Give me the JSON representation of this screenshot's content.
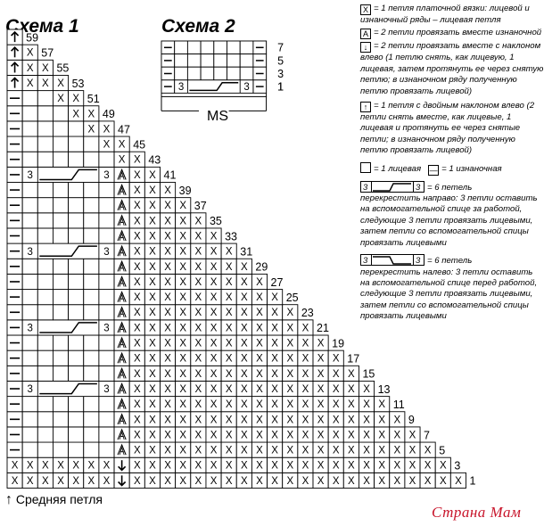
{
  "titles": {
    "scheme1": "Схема 1",
    "scheme2": "Схема 2"
  },
  "scheme1": {
    "row_numbers": [
      "59",
      "57",
      "55",
      "53",
      "51",
      "49",
      "47",
      "45",
      "43",
      "41",
      "39",
      "37",
      "35",
      "33",
      "31",
      "29",
      "27",
      "25",
      "23",
      "21",
      "19",
      "17",
      "15",
      "13",
      "11",
      "9",
      "7",
      "5",
      "3",
      "1"
    ],
    "cable_count": "3",
    "footer": "Средняя петля",
    "footer_arrow": "↑"
  },
  "scheme2": {
    "row_numbers": [
      "7",
      "5",
      "3",
      "1"
    ],
    "cable_left": "3",
    "cable_right": "3",
    "ms": "MS"
  },
  "legend": {
    "x_sym": "X",
    "x_text": "= 1 петля платочной вязки: лицевой и изнаночный ряды – лицевая петля",
    "a_sym": "A",
    "a_text": "= 2 петли провязать вместе изнаночной",
    "down_sym": "↓",
    "down_text": "= 2 петли провязать вместе с наклоном влево (1 петлю снять, как лицевую, 1 лицевая, затем протянуть ее через снятую петлю; в изнаночном ряду полученную петлю провязать лицевой)",
    "up_sym": "↑",
    "up_text": "= 1 петля с двойным наклоном влево (2 петли снять вместе, как лицевые, 1 лицевая и протянуть ее через снятые петли; в изнаночном ряду полученную петлю провязать лицевой)",
    "knit_text": "= 1 лицевая",
    "purl_sym": "—",
    "purl_text": "= 1 изнаночная",
    "cable_num": "3",
    "cable_right_text1": "= 6 петель",
    "cable_right_text2": "перекрестить направо: 3 петли оставить на вспомогательной спице за работой, следующие 3 петли провязать лицевыми, затем петли со вспомогательной спицы провязать лицевыми",
    "cable_left_text1": "= 6 петель",
    "cable_left_text2": "перекрестить налево: 3 петли оставить на вспомогательной спице перед работой, следующие 3 петли провязать лицевыми, затем петли со вспомогательной спицы провязать лицевыми"
  },
  "watermark": "Страна Мам"
}
